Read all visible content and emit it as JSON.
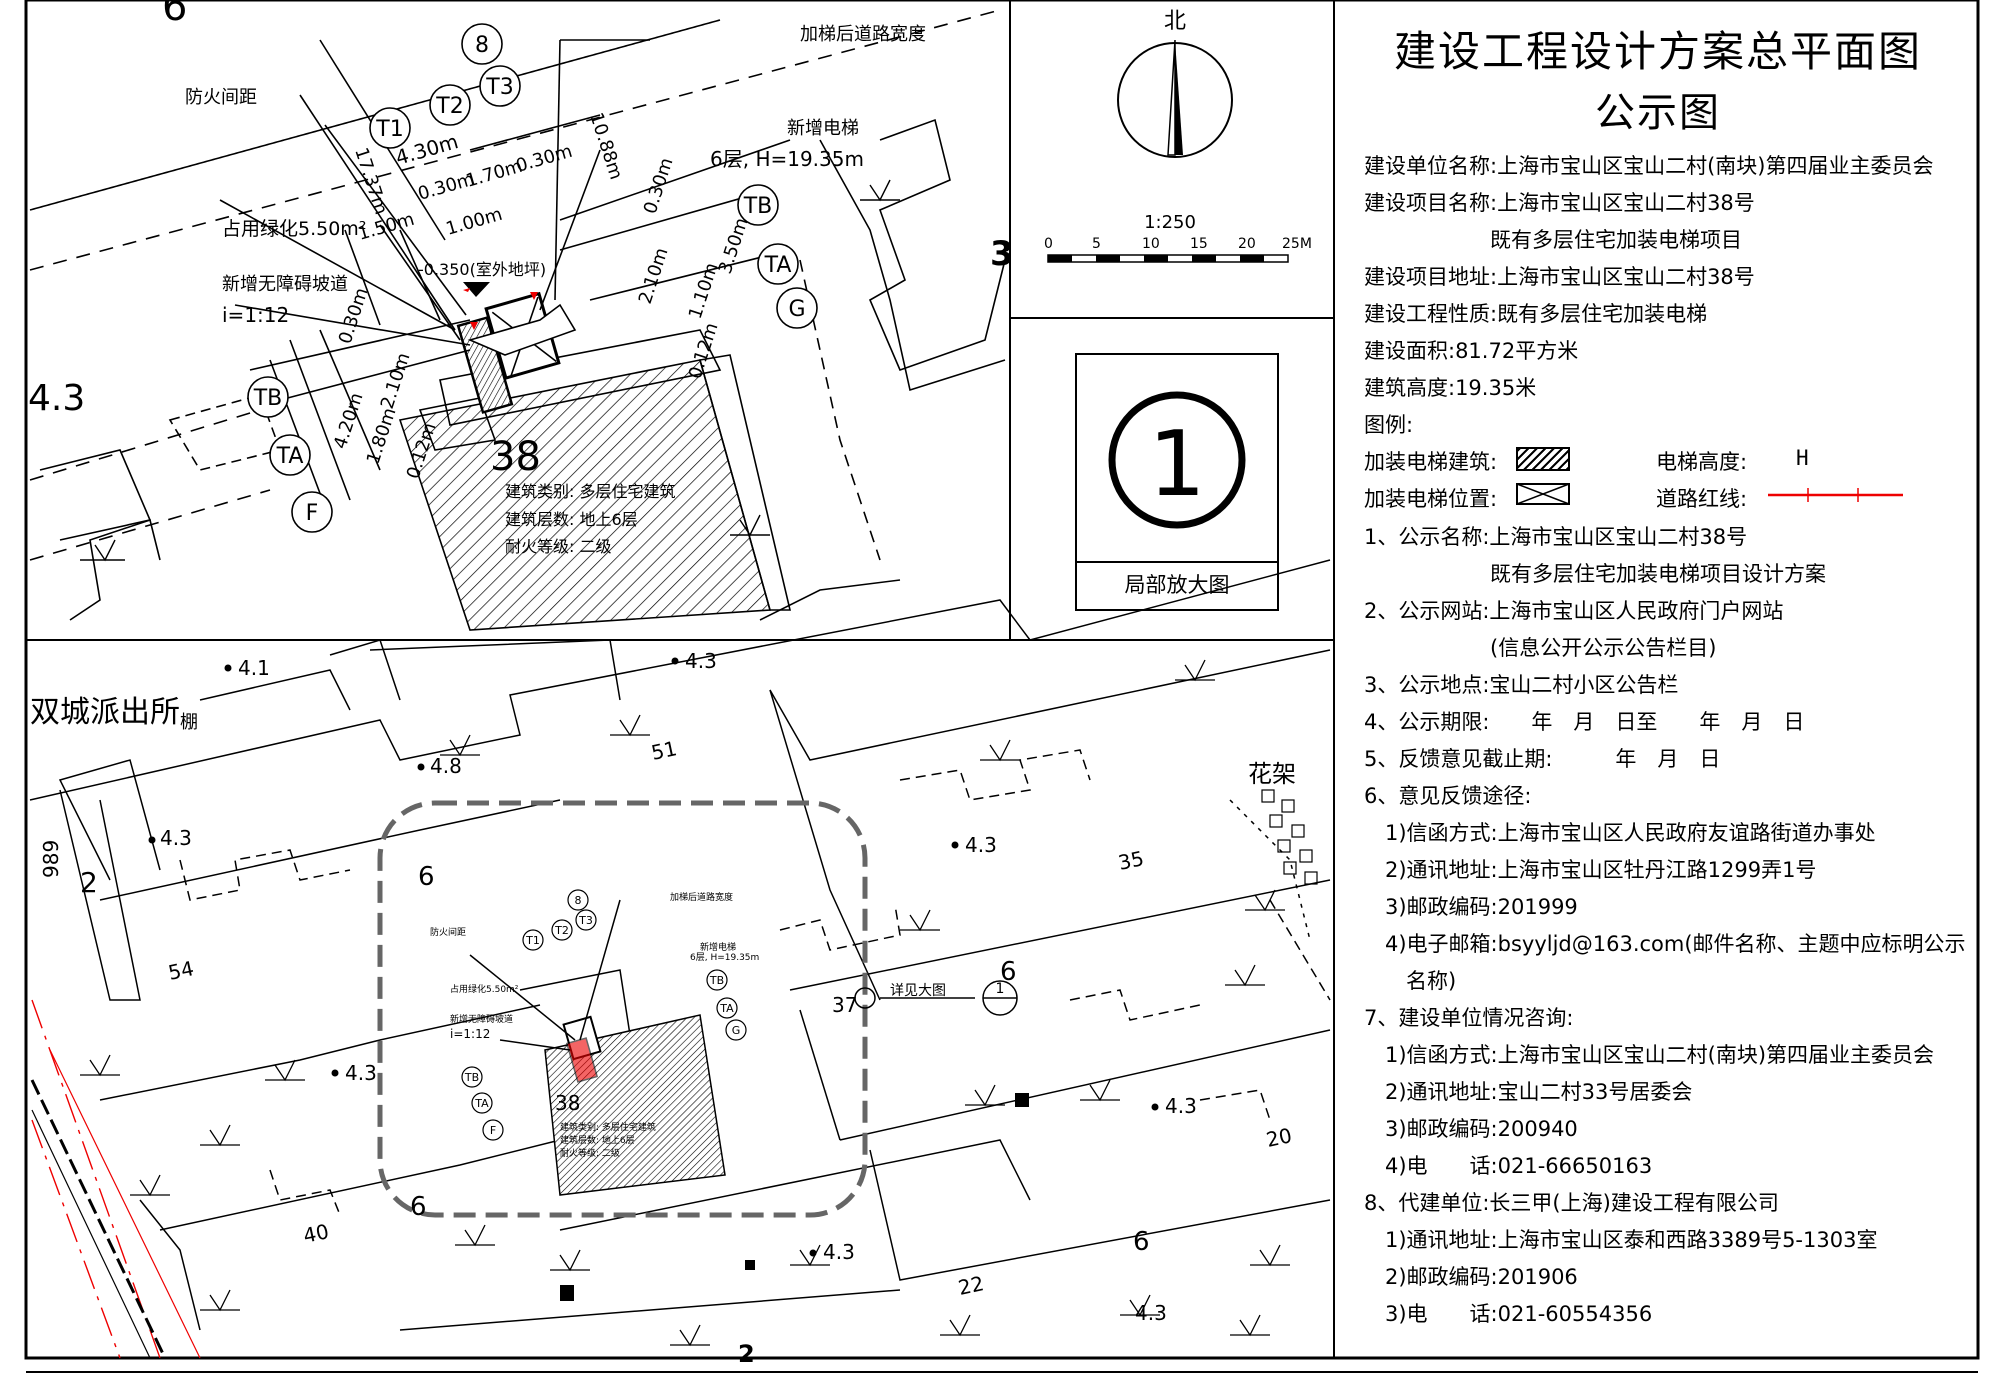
{
  "drawing": {
    "inset_label": "局部放大图",
    "inset_number": "1",
    "north_label": "北",
    "scale": {
      "ratio": "1:250",
      "ticks": [
        "0",
        "5",
        "10",
        "15",
        "20",
        "25M"
      ]
    },
    "detail_labels": {
      "fire_spacing": "防火间距",
      "road_width": "加梯后道路宽度",
      "new_elevator": "新增电梯",
      "elevator_info": "6层, H=19.35m",
      "green_area": "占用绿化5.50m²",
      "ramp": "新增无障碍坡道",
      "ramp_slope": "i=1:12",
      "outdoor_level": "-0.350(室外地坪)",
      "building_no": "38",
      "bldg_type": "建筑类别: 多层住宅建筑",
      "bldg_floors": "建筑层数: 地上6层",
      "bldg_fire": "耐火等级: 二级",
      "dims": [
        "17.37m",
        "4.30m",
        "0.30m",
        "1.70m",
        "0.30m",
        "1.50m",
        "1.00m",
        "10.88m",
        "0.30m",
        "3.50m",
        "2.10m",
        "1.10m",
        "0.12m",
        "0.30m",
        "2.10m",
        "4.20m",
        "1.80m",
        "0.12m"
      ],
      "axes": [
        "8",
        "T1",
        "T2",
        "T3",
        "TB",
        "TA",
        "G",
        "TB",
        "TA",
        "F"
      ],
      "site_marks": [
        "6",
        "3",
        "4.3"
      ]
    },
    "site_labels": {
      "police": "双城派出所",
      "shed": "棚",
      "flower_rack": "花架",
      "detail_callout": "详见大图",
      "callout_num": "1",
      "buildings": [
        "51",
        "54",
        "6",
        "6",
        "35",
        "37",
        "6",
        "20",
        "40",
        "6",
        "22",
        "2",
        "989"
      ],
      "elevations": [
        "4.1",
        "4.3",
        "4.8",
        "4.3",
        "4.3",
        "4.3",
        "4.3",
        "4.3",
        "4.3"
      ]
    }
  },
  "panel": {
    "title": "建设工程设计方案总平面图",
    "subtitle": "公示图",
    "lines": [
      "建设单位名称:上海市宝山区宝山二村(南块)第四届业主委员会",
      "建设项目名称:上海市宝山区宝山二村38号",
      "　　　　　　既有多层住宅加装电梯项目",
      "建设项目地址:上海市宝山区宝山二村38号",
      "建设工程性质:既有多层住宅加装电梯",
      "建设面积:81.72平方米",
      "建筑高度:19.35米",
      "图例:"
    ],
    "legend": {
      "hatch_label": "加装电梯建筑:",
      "height_label": "电梯高度:",
      "height_symbol": "H",
      "position_label": "加装电梯位置:",
      "redline_label": "道路红线:"
    },
    "items": [
      "1、公示名称:上海市宝山区宝山二村38号",
      "　　　　　　既有多层住宅加装电梯项目设计方案",
      "2、公示网站:上海市宝山区人民政府门户网站",
      "　　　　　　(信息公开公示公告栏目)",
      "3、公示地点:宝山二村小区公告栏",
      "4、公示期限:　　年　月　日至　　年　月　日",
      "5、反馈意见截止期:　　　年　月　日",
      "6、意见反馈途径:",
      "　1)信函方式:上海市宝山区人民政府友谊路街道办事处",
      "　2)通讯地址:上海市宝山区牡丹江路1299弄1号",
      "　3)邮政编码:201999",
      "　4)电子邮箱:bsyyljd@163.com(邮件名称、主题中应标明公示",
      "　　名称)",
      "7、建设单位情况咨询:",
      "　1)信函方式:上海市宝山区宝山二村(南块)第四届业主委员会",
      "　2)通讯地址:宝山二村33号居委会",
      "　3)邮政编码:200940",
      "　4)电　　话:021-66650163",
      "8、代建单位:长三甲(上海)建设工程有限公司",
      "　1)通讯地址:上海市宝山区泰和西路3389号5-1303室",
      "　2)邮政编码:201906",
      "　3)电　　话:021-60554356"
    ]
  }
}
